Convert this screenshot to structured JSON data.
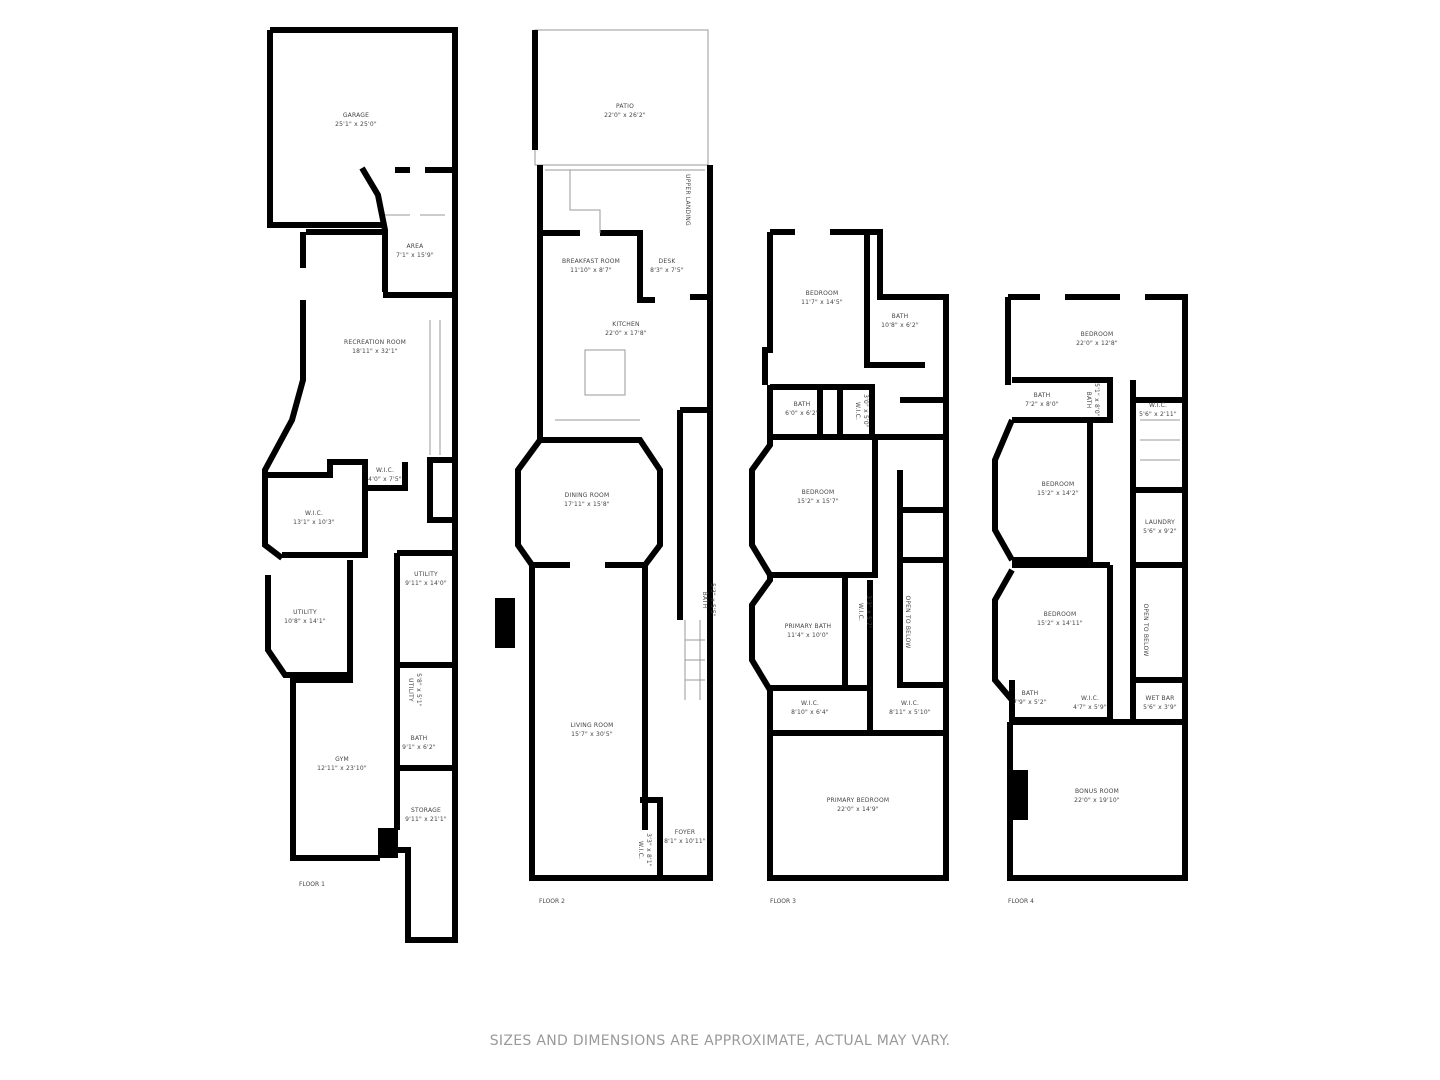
{
  "disclaimer": "SIZES AND DIMENSIONS ARE APPROXIMATE, ACTUAL MAY VARY.",
  "floors": [
    {
      "label": "FLOOR 1",
      "rooms": [
        {
          "name": "GARAGE",
          "dims": "25'1\" x 25'0\""
        },
        {
          "name": "AREA",
          "dims": "7'1\" x 15'9\""
        },
        {
          "name": "RECREATION ROOM",
          "dims": "18'11\" x 32'1\""
        },
        {
          "name": "W.I.C.",
          "dims": "4'0\" x 7'5\""
        },
        {
          "name": "W.I.C.",
          "dims": "13'1\" x 10'3\""
        },
        {
          "name": "UTILITY",
          "dims": "10'8\" x 14'1\""
        },
        {
          "name": "UTILITY",
          "dims": "9'11\" x 14'0\""
        },
        {
          "name": "UTILITY",
          "dims": "5'8\" x 5'1\""
        },
        {
          "name": "BATH",
          "dims": "9'1\" x 6'2\""
        },
        {
          "name": "GYM",
          "dims": "12'11\" x 23'10\""
        },
        {
          "name": "STORAGE",
          "dims": "9'11\" x 21'1\""
        }
      ]
    },
    {
      "label": "FLOOR 2",
      "rooms": [
        {
          "name": "PATIO",
          "dims": "22'0\" x 26'2\""
        },
        {
          "name": "UPPER LANDING",
          "dims": ""
        },
        {
          "name": "BREAKFAST ROOM",
          "dims": "11'10\" x 8'7\""
        },
        {
          "name": "DESK",
          "dims": "8'3\" x 7'5\""
        },
        {
          "name": "KITCHEN",
          "dims": "22'0\" x 17'8\""
        },
        {
          "name": "DINING ROOM",
          "dims": "17'11\" x 15'8\""
        },
        {
          "name": "BATH",
          "dims": "5'3\" x 5'5\""
        },
        {
          "name": "LIVING ROOM",
          "dims": "15'7\" x 30'5\""
        },
        {
          "name": "W.I.C.",
          "dims": "3'3\" x 8'1\""
        },
        {
          "name": "FOYER",
          "dims": "8'1\" x 10'11\""
        }
      ]
    },
    {
      "label": "FLOOR 3",
      "rooms": [
        {
          "name": "BEDROOM",
          "dims": "11'7\" x 14'5\""
        },
        {
          "name": "BATH",
          "dims": "10'8\" x 6'2\""
        },
        {
          "name": "BATH",
          "dims": "6'0\" x 6'2\""
        },
        {
          "name": "W.I.C.",
          "dims": "3'0\" x 5'0\""
        },
        {
          "name": "BEDROOM",
          "dims": "15'2\" x 15'7\""
        },
        {
          "name": "PRIMARY BATH",
          "dims": "11'4\" x 10'0\""
        },
        {
          "name": "W.I.C.",
          "dims": "3'3\" x 5'7\""
        },
        {
          "name": "OPEN TO BELOW",
          "dims": ""
        },
        {
          "name": "W.I.C.",
          "dims": "8'10\" x 6'4\""
        },
        {
          "name": "W.I.C.",
          "dims": "8'11\" x 5'10\""
        },
        {
          "name": "PRIMARY BEDROOM",
          "dims": "22'0\" x 14'9\""
        }
      ]
    },
    {
      "label": "FLOOR 4",
      "rooms": [
        {
          "name": "BEDROOM",
          "dims": "22'0\" x 12'8\""
        },
        {
          "name": "BATH",
          "dims": "7'2\" x 8'0\""
        },
        {
          "name": "BATH",
          "dims": "5'1\" x 8'0\""
        },
        {
          "name": "W.I.C.",
          "dims": "5'6\" x 2'11\""
        },
        {
          "name": "BEDROOM",
          "dims": "15'2\" x 14'2\""
        },
        {
          "name": "LAUNDRY",
          "dims": "5'6\" x 9'2\""
        },
        {
          "name": "BEDROOM",
          "dims": "15'2\" x 14'11\""
        },
        {
          "name": "OPEN TO BELOW",
          "dims": ""
        },
        {
          "name": "BATH",
          "dims": "7'9\" x 5'2\""
        },
        {
          "name": "W.I.C.",
          "dims": "4'7\" x 5'9\""
        },
        {
          "name": "WET BAR",
          "dims": "5'6\" x 3'9\""
        },
        {
          "name": "BONUS ROOM",
          "dims": "22'0\" x 19'10\""
        }
      ]
    }
  ]
}
